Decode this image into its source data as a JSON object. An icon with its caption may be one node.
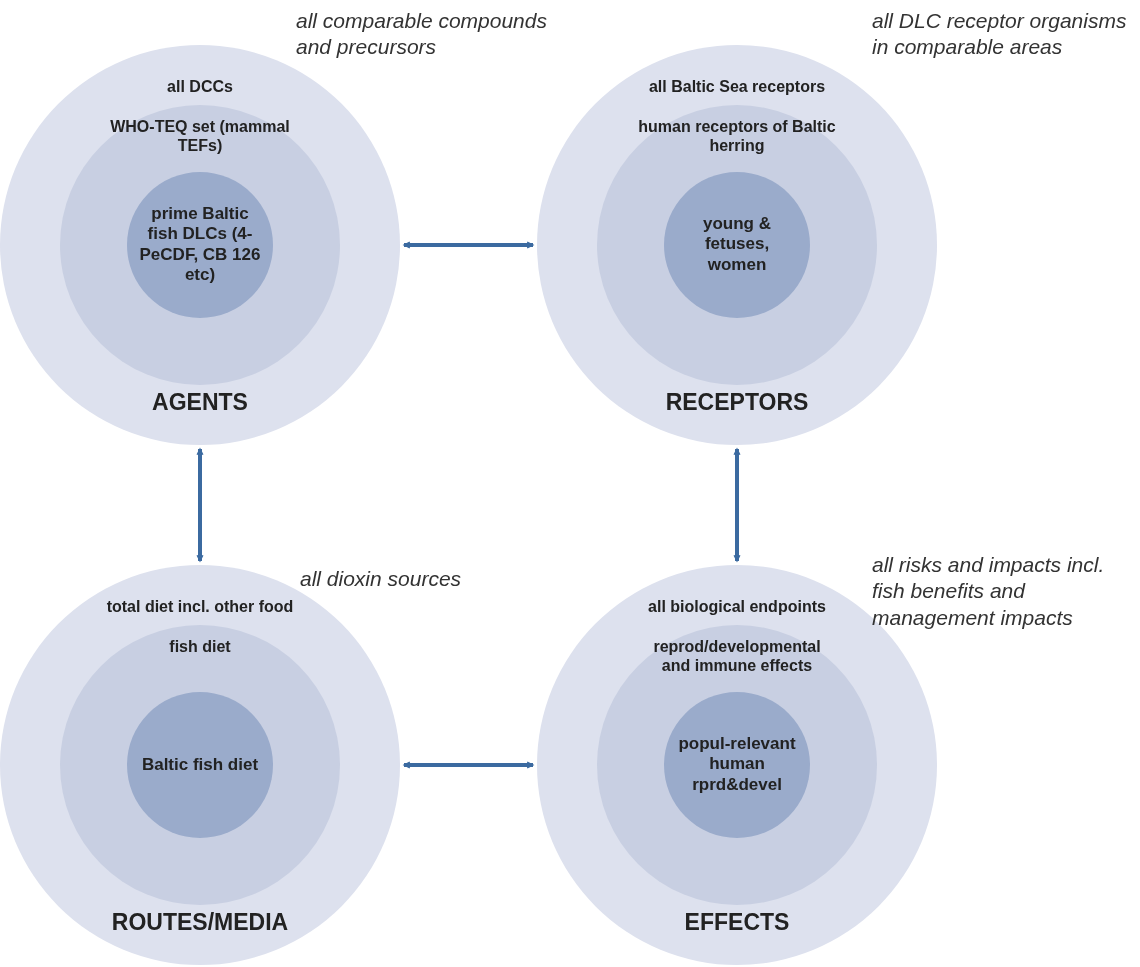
{
  "diagram": {
    "nodes": [
      {
        "text": [
          "all DCCs",
          "AGENTS"
        ],
        "beside": [
          "all comparable compounds and precursors"
        ]
      },
      {
        "text": [
          "WHO-TEQ set (mammal TEFs)"
        ],
        "in": 0
      },
      {
        "text": [
          "prime Baltic fish DLCs (4-PeCDF, CB 126 etc)"
        ],
        "in": 1
      },
      {
        "text": [
          "all Baltic Sea receptors",
          "RECEPTORS"
        ],
        "beside": [
          "all DLC receptor organisms in comparable areas"
        ]
      },
      {
        "text": [
          "human receptors of Baltic herring"
        ],
        "in": 3
      },
      {
        "text": [
          "young & fetuses, women"
        ],
        "in": 4
      },
      {
        "text": [
          "total diet incl. other food",
          "ROUTES/MEDIA"
        ],
        "beside": [
          "all dioxin sources"
        ]
      },
      {
        "text": [
          "fish diet"
        ],
        "in": 6
      },
      {
        "text": [
          "Baltic fish diet"
        ],
        "in": 7
      },
      {
        "text": [
          "all biological endpoints",
          "EFFECTS"
        ],
        "beside": [
          "all risks and impacts incl. fish benefits and management impacts"
        ]
      },
      {
        "text": [
          "reprod/developmental and immune effects"
        ],
        "in": 9
      },
      {
        "text": [
          "popul-relevant human rprd&devel"
        ],
        "in": 10
      }
    ],
    "edges": [
      {
        "from": 0,
        "to": 3,
        "arrow": "both"
      },
      {
        "from": 0,
        "to": 6,
        "arrow": "both"
      },
      {
        "from": 3,
        "to": 9,
        "arrow": "both"
      },
      {
        "from": 6,
        "to": 9,
        "arrow": "both"
      }
    ]
  }
}
